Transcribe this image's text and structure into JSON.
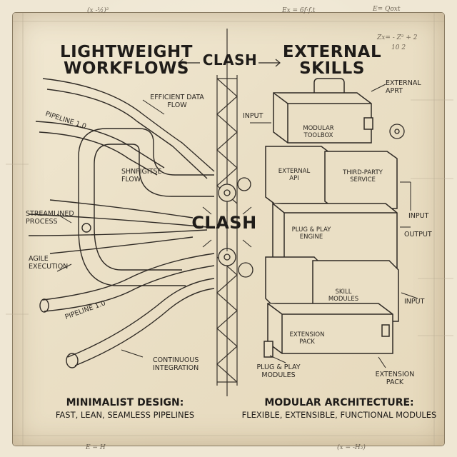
{
  "titles": {
    "left": "LIGHTWEIGHT WORKFLOWS",
    "middle": "CLASH",
    "right": "EXTERNAL SKILLS",
    "center_clash": "CLASH"
  },
  "left_labels": {
    "efficient": "EFFICIENT DATA FLOW",
    "pipeline_top": "PIPELINE 1.0",
    "flow": "SHNFIGITSE FLOW",
    "streamlined": "STREAMLINED PROCESS",
    "agile": "AGILE EXECUTION",
    "pipeline_bottom": "PIPELINE 1.0",
    "continuous": "CONTINUOUS INTEGRATION"
  },
  "right_labels": {
    "external_aprt": "EXTERNAL APRT",
    "input_top": "INPUT",
    "modular_toolbox": "MODULAR TOOLBOX",
    "external_api": "EXTERNAL API",
    "third_party": "THIRD-PARTY SERVICE",
    "input_mid": "INPUT",
    "output": "OUTPUT",
    "plug_play_engine": "PLUG & PLAY ENGINE",
    "skill_modules": "SKILL MODULES",
    "input_bottom": "INPUT",
    "extension_pack_box": "EXTENSION PACK",
    "plug_play_modules": "PLUG & PLAY MODULES",
    "extension_pack": "EXTENSION PACK"
  },
  "captions": {
    "left_title": "MINIMALIST DESIGN:",
    "left_sub": "FAST, LEAN, SEAMLESS PIPELINES",
    "right_title": "MODULAR ARCHITECTURE:",
    "right_sub": "FLEXIBLE, EXTENSIBLE, FUNCTIONAL MODULES"
  },
  "margin_math": {
    "top_left": "(x -½)²",
    "top_mid": "Ex = 6f·f.t",
    "top_right": "E= Qoxt",
    "right_formula": "Zx= - Z² + 2",
    "right_frac": "10   2",
    "bottom_left": "E = H",
    "bottom_right": "(x = -H₂)"
  },
  "colors": {
    "paper": "#efe7d4",
    "ink": "#2b2722",
    "grid": "#b9ad95"
  }
}
